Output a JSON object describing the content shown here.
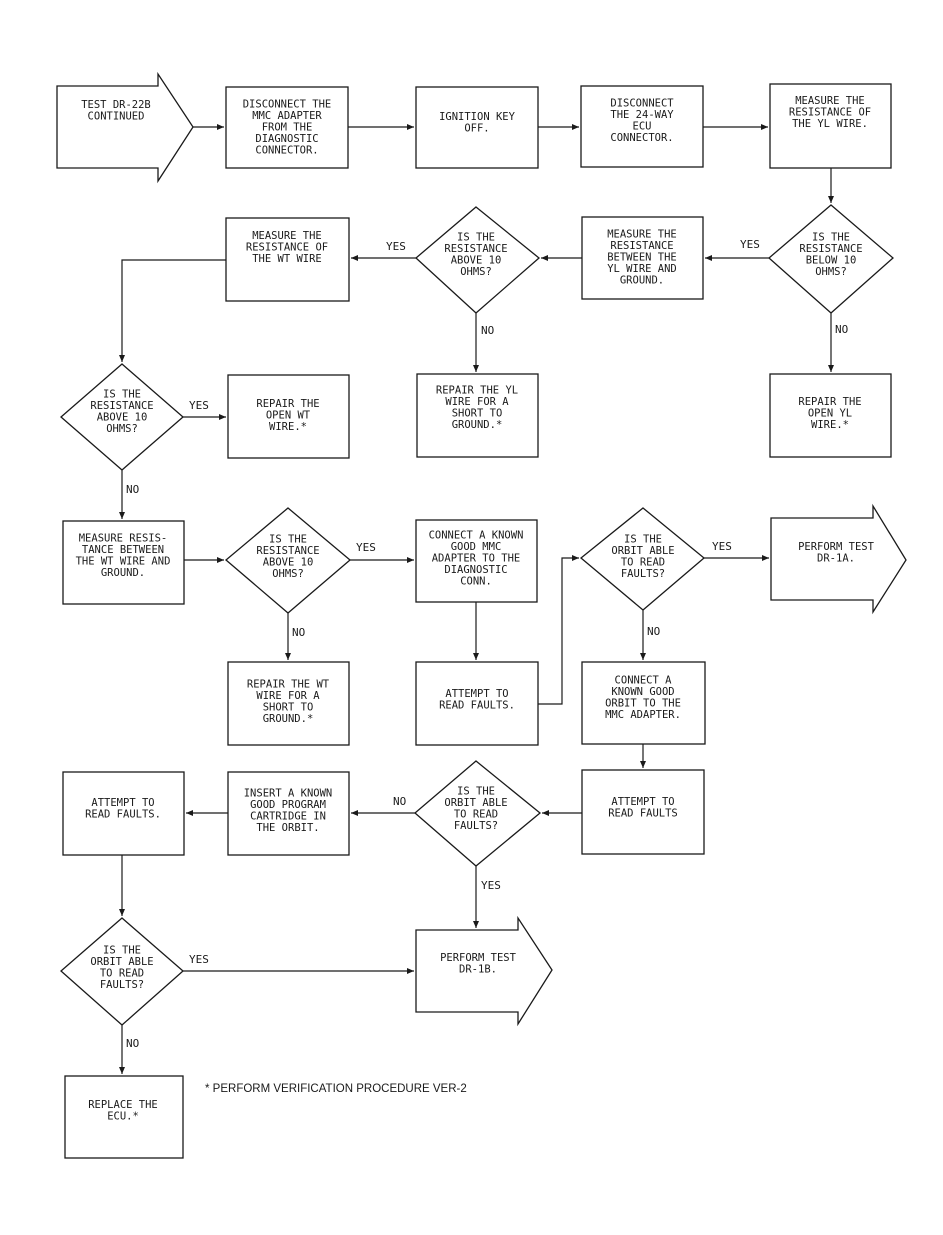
{
  "nodes": [
    {
      "id": "start",
      "lines": [
        "TEST DR-22B",
        "CONTINUED"
      ]
    },
    {
      "id": "disconnect-mmc",
      "lines": [
        "DISCONNECT THE",
        "MMC ADAPTER",
        "FROM THE",
        "DIAGNOSTIC",
        "CONNECTOR."
      ]
    },
    {
      "id": "ignition-off",
      "lines": [
        "IGNITION KEY",
        "OFF."
      ]
    },
    {
      "id": "disconnect-ecu",
      "lines": [
        "DISCONNECT",
        "THE 24-WAY",
        "ECU",
        "CONNECTOR."
      ]
    },
    {
      "id": "measure-yl",
      "lines": [
        "MEASURE THE",
        "RESISTANCE OF",
        "THE YL WIRE."
      ]
    },
    {
      "id": "q-yl-below-10",
      "lines": [
        "IS THE",
        "RESISTANCE",
        "BELOW 10",
        "OHMS?"
      ]
    },
    {
      "id": "repair-open-yl",
      "lines": [
        "REPAIR THE",
        "OPEN YL",
        "WIRE.*"
      ]
    },
    {
      "id": "measure-yl-ground",
      "lines": [
        "MEASURE THE",
        "RESISTANCE",
        "BETWEEN THE",
        "YL WIRE AND",
        "GROUND."
      ]
    },
    {
      "id": "q-yl-above-10",
      "lines": [
        "IS THE",
        "RESISTANCE",
        "ABOVE 10",
        "OHMS?"
      ]
    },
    {
      "id": "repair-yl-short",
      "lines": [
        "REPAIR THE YL",
        "WIRE FOR A",
        "SHORT TO",
        "GROUND.*"
      ]
    },
    {
      "id": "measure-wt",
      "lines": [
        "MEASURE THE",
        "RESISTANCE OF",
        "THE WT WIRE"
      ]
    },
    {
      "id": "q-wt-above-10",
      "lines": [
        "IS THE",
        "RESISTANCE",
        "ABOVE 10",
        "OHMS?"
      ]
    },
    {
      "id": "repair-open-wt",
      "lines": [
        "REPAIR THE",
        "OPEN WT",
        "WIRE.*"
      ]
    },
    {
      "id": "measure-wt-ground",
      "lines": [
        "MEASURE RESIS-",
        "TANCE BETWEEN",
        "THE WT WIRE AND",
        "GROUND."
      ]
    },
    {
      "id": "q-wt-ground-above-10",
      "lines": [
        "IS THE",
        "RESISTANCE",
        "ABOVE 10",
        "OHMS?"
      ]
    },
    {
      "id": "repair-wt-short",
      "lines": [
        "REPAIR THE WT",
        "WIRE FOR A",
        "SHORT TO",
        "GROUND.*"
      ]
    },
    {
      "id": "connect-known-mmc",
      "lines": [
        "CONNECT A KNOWN",
        "GOOD MMC",
        "ADAPTER TO THE",
        "DIAGNOSTIC",
        "CONN."
      ]
    },
    {
      "id": "attempt-read-1",
      "lines": [
        "ATTEMPT TO",
        "READ FAULTS."
      ]
    },
    {
      "id": "q-orbit-1",
      "lines": [
        "IS THE",
        "ORBIT ABLE",
        "TO READ",
        "FAULTS?"
      ]
    },
    {
      "id": "perform-dr-1a",
      "lines": [
        "PERFORM TEST",
        "DR-1A."
      ]
    },
    {
      "id": "connect-known-orbit",
      "lines": [
        "CONNECT A",
        "KNOWN GOOD",
        "ORBIT TO THE",
        "MMC ADAPTER."
      ]
    },
    {
      "id": "attempt-read-2",
      "lines": [
        "ATTEMPT TO",
        "READ FAULTS"
      ]
    },
    {
      "id": "q-orbit-2",
      "lines": [
        "IS THE",
        "ORBIT ABLE",
        "TO READ",
        "FAULTS?"
      ]
    },
    {
      "id": "insert-cartridge",
      "lines": [
        "INSERT A KNOWN",
        "GOOD PROGRAM",
        "CARTRIDGE IN",
        "THE ORBIT."
      ]
    },
    {
      "id": "attempt-read-3",
      "lines": [
        "ATTEMPT TO",
        "READ FAULTS."
      ]
    },
    {
      "id": "perform-dr-1b",
      "lines": [
        "PERFORM TEST",
        "DR-1B."
      ]
    },
    {
      "id": "q-orbit-3",
      "lines": [
        "IS THE",
        "ORBIT ABLE",
        "TO READ",
        "FAULTS?"
      ]
    },
    {
      "id": "replace-ecu",
      "lines": [
        "REPLACE THE",
        "ECU.*"
      ]
    }
  ],
  "edge_labels": [
    {
      "id": "yes-yl-below",
      "text": "YES"
    },
    {
      "id": "no-yl-below",
      "text": "NO"
    },
    {
      "id": "yes-yl-above",
      "text": "YES"
    },
    {
      "id": "no-yl-above",
      "text": "NO"
    },
    {
      "id": "yes-wt-above",
      "text": "YES"
    },
    {
      "id": "no-wt-above",
      "text": "NO"
    },
    {
      "id": "yes-wt-ground",
      "text": "YES"
    },
    {
      "id": "no-wt-ground",
      "text": "NO"
    },
    {
      "id": "yes-orbit-1",
      "text": "YES"
    },
    {
      "id": "no-orbit-1",
      "text": "NO"
    },
    {
      "id": "no-orbit-2",
      "text": "NO"
    },
    {
      "id": "yes-orbit-2",
      "text": "YES"
    },
    {
      "id": "yes-orbit-3",
      "text": "YES"
    },
    {
      "id": "no-orbit-3",
      "text": "NO"
    }
  ],
  "footnote": "* PERFORM VERIFICATION PROCEDURE VER-2"
}
